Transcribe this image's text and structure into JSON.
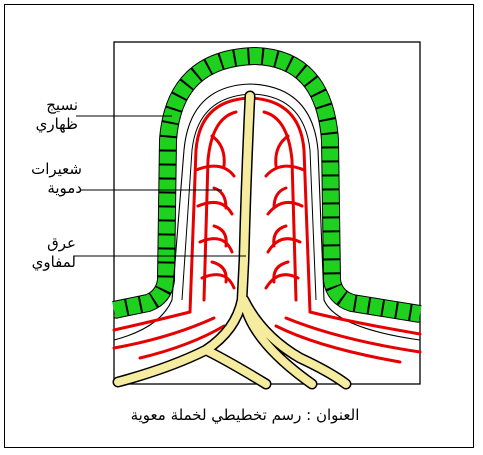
{
  "labels": {
    "epithelium": [
      "نسيج",
      "ظهاري"
    ],
    "capillaries": [
      "شعيرات",
      "دموية"
    ],
    "lacteal": [
      "عرق",
      "لمفاوي"
    ]
  },
  "caption": "العنوان : رسم تخطيطي لخملة معوية",
  "colors": {
    "epithelium": "#1ed11e",
    "blood": "#e60000",
    "lymph": "#f5eca0",
    "outline": "#000000"
  }
}
